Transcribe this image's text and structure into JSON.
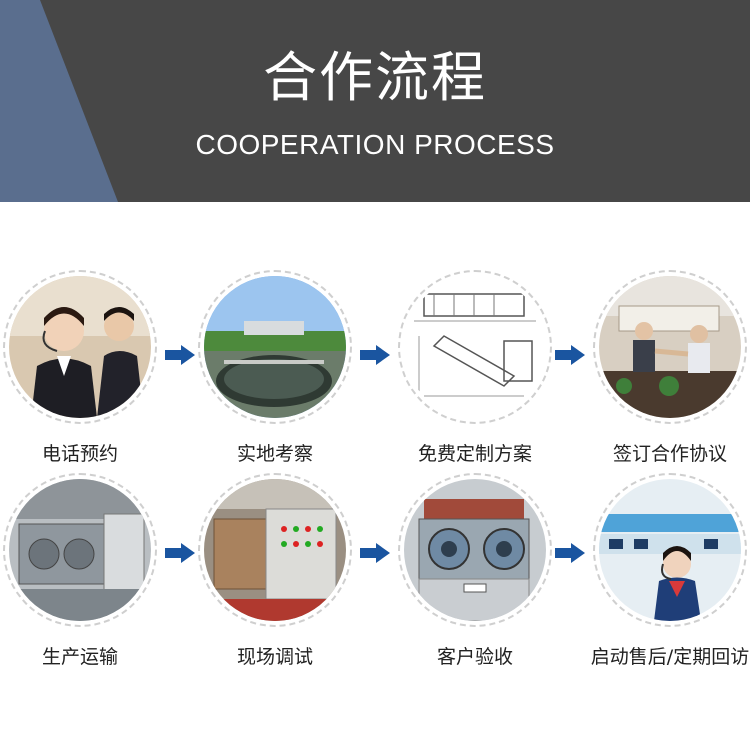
{
  "header": {
    "title": "合作流程",
    "subtitle": "COOPERATION PROCESS"
  },
  "steps": [
    {
      "label": "电话预约",
      "icon": "phone-operator-photo"
    },
    {
      "label": "实地考察",
      "icon": "water-plant-photo"
    },
    {
      "label": "免费定制方案",
      "icon": "technical-drawing-photo"
    },
    {
      "label": "签订合作协议",
      "icon": "handshake-meeting-photo"
    },
    {
      "label": "生产运输",
      "icon": "machine-production-photo"
    },
    {
      "label": "现场调试",
      "icon": "control-cabinet-photo"
    },
    {
      "label": "客户验收",
      "icon": "finished-machine-photo"
    },
    {
      "label": "启动售后/定期回访",
      "icon": "call-center-photo"
    }
  ],
  "colors": {
    "header_bg": "#474747",
    "header_accent": "#5a6e8e",
    "arrow": "#1a55a0"
  }
}
